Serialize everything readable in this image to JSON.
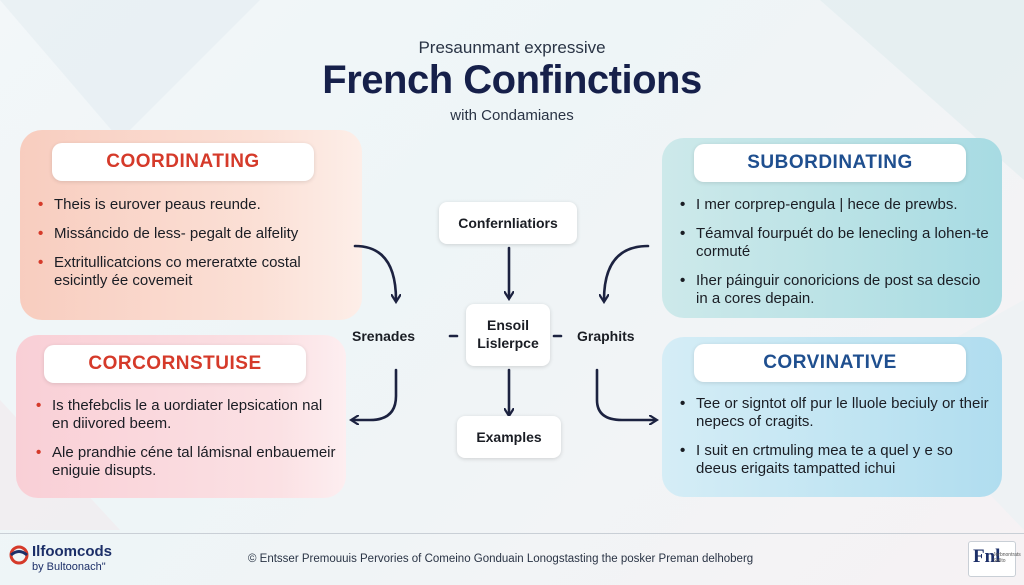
{
  "header": {
    "kicker": "Presaunmant expressive",
    "title": "French Confinctions",
    "subtitle": "with Condamianes"
  },
  "panels": {
    "coordinating": {
      "label": "COORDINATING",
      "bullets": [
        "Theis is eurover peaus reunde.",
        "Missáncido de less- pegalt de alfelity",
        "Extritullicatcions co mereratxte costal esicintly ée covemeit"
      ]
    },
    "corcornstuise": {
      "label": "CORCORNSTUISE",
      "bullets": [
        "Is thefebclis le a uordiater lepsication nal en diivored beem.",
        "Ale prandhie céne tal lámisnal enbauemeir eniguie disupts."
      ]
    },
    "subordinating": {
      "label": "SUBORDINATING",
      "bullets": [
        "I mer corprep-engula | hece de prewbs.",
        "Téamval fourpuét do be lenecling a lohen-te cormuté",
        "Iher páinguir conoricions de post sa descio in a cores depain."
      ]
    },
    "corvinative": {
      "label": "CORVINATIVE",
      "bullets": [
        "Tee or signtot olf pur le lluole beciuly or their nepecs of cragits.",
        "I suit en crtmuling mea te a quel y e so deeus erigaits tampatted ichui"
      ]
    }
  },
  "center": {
    "top_node": "Confernliatiors",
    "middle_node": "Ensoil Lislerpce",
    "left_label": "Srenades",
    "right_label": "Graphits",
    "bottom_node": "Examples"
  },
  "footer": {
    "logo_name": "Ilfoomcods",
    "logo_sub": "by Bultoonach\"",
    "copyright": "© Entsser Premouuis Pervories of Comeino Gonduain Lonogstasting the posker Preman delhoberg",
    "badge_big": "Fnl",
    "badge_small": "Jorbnontrats Sellto"
  },
  "colors": {
    "title": "#16204a",
    "label_red": "#d53a2a",
    "label_blue": "#1f4f8f",
    "arrow": "#1c2240"
  }
}
